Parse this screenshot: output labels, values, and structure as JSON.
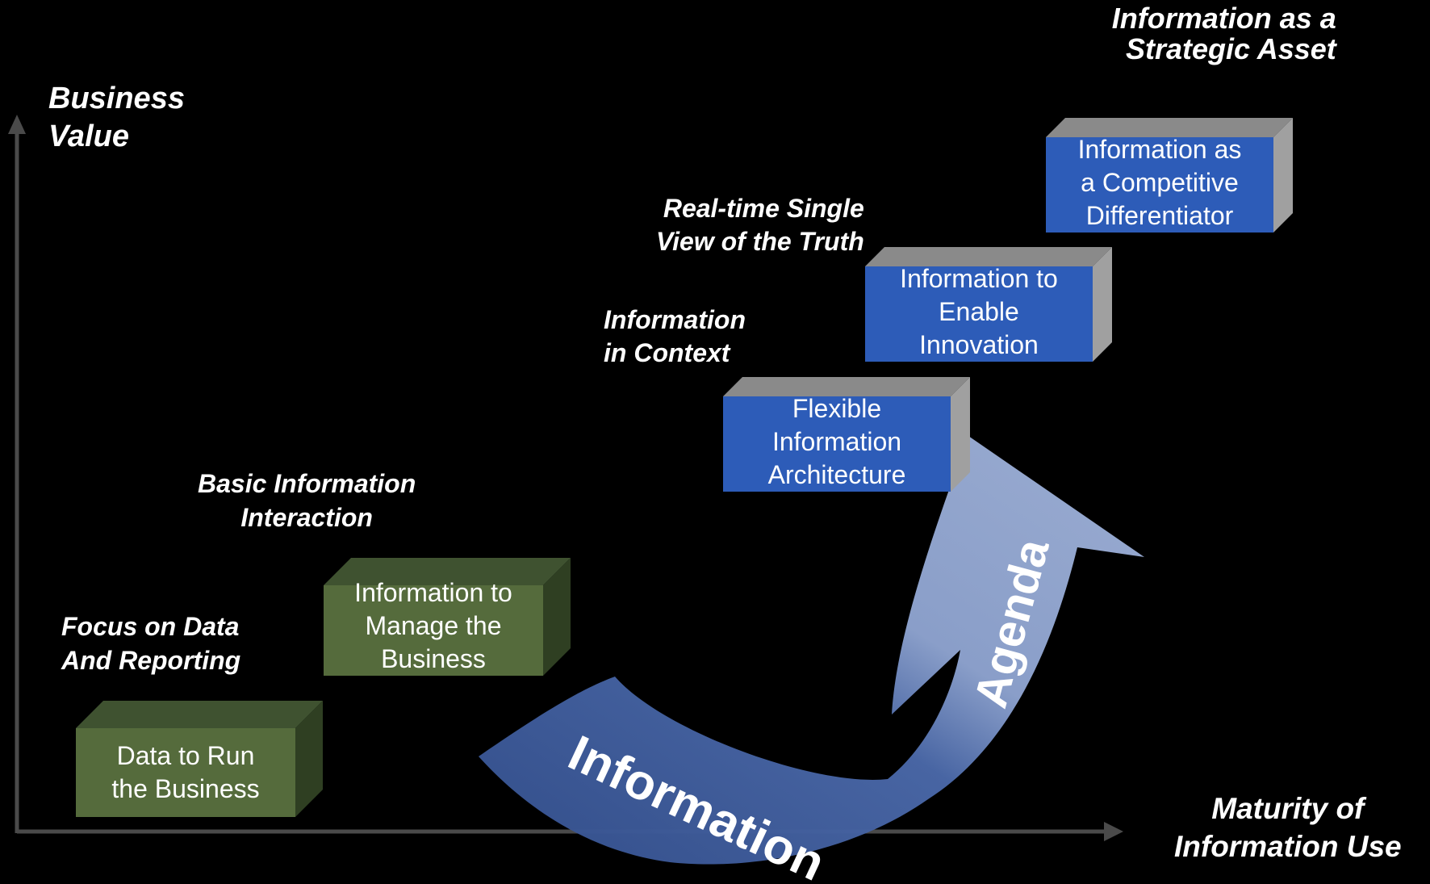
{
  "header": {
    "top_right_title": [
      "Information as a",
      "Strategic Asset"
    ]
  },
  "axes": {
    "y_label": [
      "Business",
      "Value"
    ],
    "x_label": [
      "Maturity of",
      "Information Use"
    ]
  },
  "stage_labels": [
    [
      "Focus on Data",
      "And Reporting"
    ],
    [
      "Basic Information",
      "Interaction"
    ],
    [
      "Information",
      "in Context"
    ],
    [
      "Real-time Single",
      "View of the Truth"
    ]
  ],
  "stages": [
    {
      "lines": [
        "Data to Run",
        "the Business"
      ],
      "color": "green"
    },
    {
      "lines": [
        "Information to",
        "Manage the",
        "Business"
      ],
      "color": "green"
    },
    {
      "lines": [
        "Flexible",
        "Information",
        "Architecture"
      ],
      "color": "blue"
    },
    {
      "lines": [
        "Information to",
        "Enable",
        "Innovation"
      ],
      "color": "blue"
    },
    {
      "lines": [
        "Information as",
        "a Competitive",
        "Differentiator"
      ],
      "color": "blue"
    }
  ],
  "arrow": {
    "part1": "Information",
    "part2": "Agenda"
  },
  "colors": {
    "background": "#000000",
    "green_front": "#556b3c",
    "green_top": "#3f5230",
    "green_side": "#2f3f22",
    "blue_front": "#2d5cb8",
    "blue_top": "#8a8a8a",
    "blue_side": "#a0a0a0",
    "arrow_dark": "#3c5a9a",
    "arrow_light": "#8ea3cf",
    "axis": "#4a4a4a"
  }
}
